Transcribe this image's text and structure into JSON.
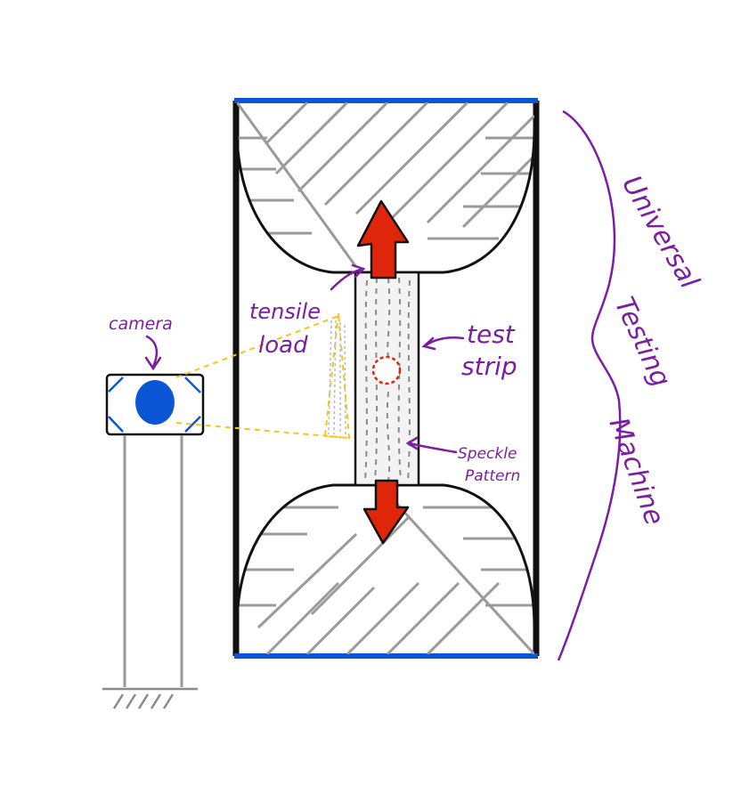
{
  "labels": {
    "camera": "camera",
    "tensile_line1": "tensile",
    "tensile_line2": "load",
    "test_line1": "test",
    "test_line2": "strip",
    "speckle_line1": "Speckle",
    "speckle_line2": "Pattern",
    "machine_line1": "Universal",
    "machine_line2": "Testing",
    "machine_line3": "Machine"
  },
  "colors": {
    "ink": "#111111",
    "label": "#7a1fa2",
    "plate": "#0b56d6",
    "hatch": "#9a9a9a",
    "arrow": "#e0260a",
    "lens": "#0b56d6",
    "view": "#f5c518",
    "speckle": "#8a8a8a"
  },
  "icons": {
    "camera": "camera-icon",
    "ground": "ground-hatch-icon"
  }
}
